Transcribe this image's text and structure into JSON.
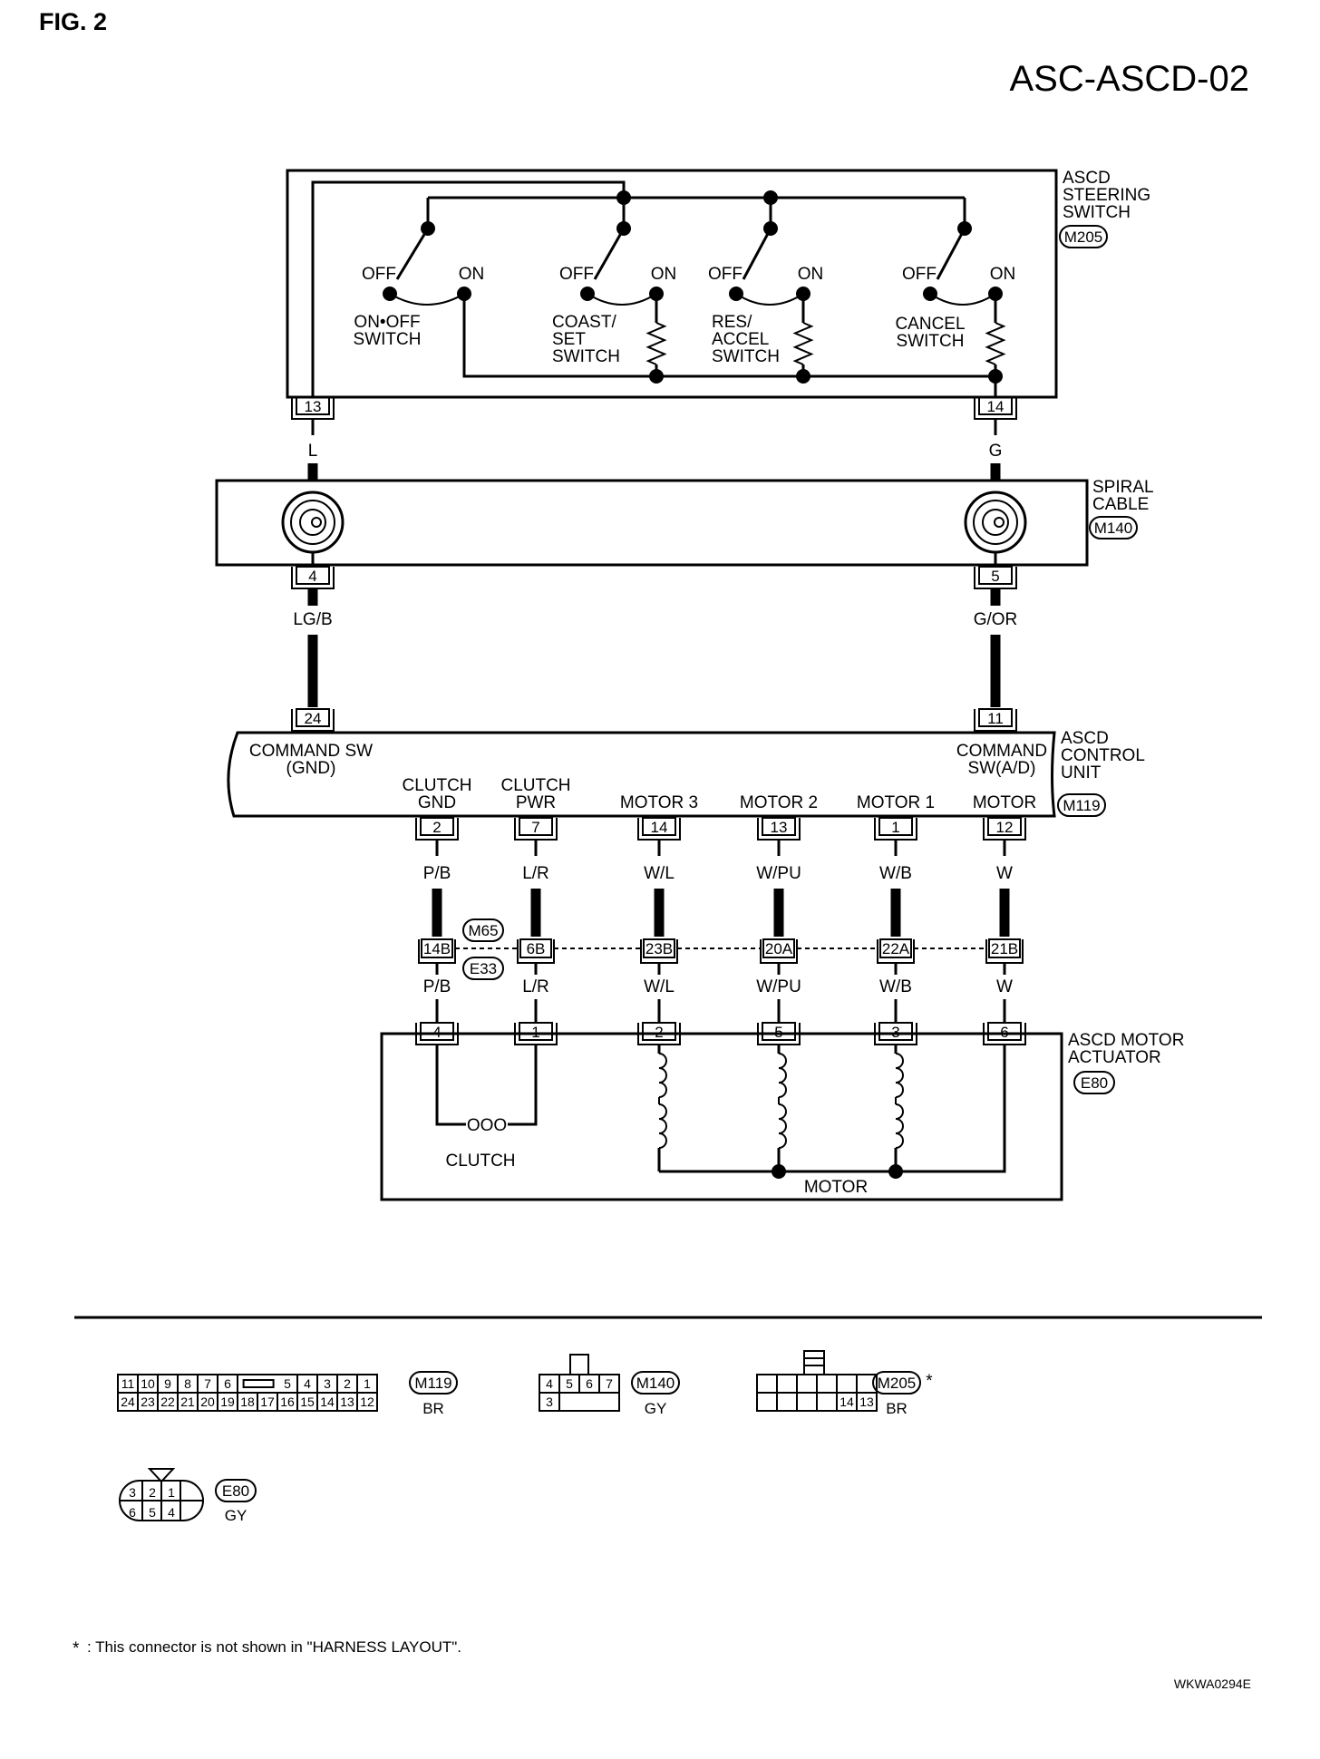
{
  "figure_label": "FIG. 2",
  "diagram_code": "ASC-ASCD-02",
  "footer_code": "WKWA0294E",
  "footnote": {
    "mark": "*",
    "text": ": This connector is not shown in \"HARNESS LAYOUT\"."
  },
  "steering_switch": {
    "name_lines": [
      "ASCD",
      "STEERING",
      "SWITCH"
    ],
    "connector": "M205",
    "switches": [
      {
        "off": "OFF",
        "on": "ON",
        "name_lines": [
          "ON•OFF",
          "SWITCH"
        ]
      },
      {
        "off": "OFF",
        "on": "ON",
        "name_lines": [
          "COAST/",
          "SET",
          "SWITCH"
        ]
      },
      {
        "off": "OFF",
        "on": "ON",
        "name_lines": [
          "RES/",
          "ACCEL",
          "SWITCH"
        ]
      },
      {
        "off": "OFF",
        "on": "ON",
        "name_lines": [
          "CANCEL",
          "SWITCH"
        ]
      }
    ],
    "pins": [
      "13",
      "14"
    ]
  },
  "wire_colors_upper": [
    "L",
    "G"
  ],
  "spiral_cable": {
    "name_lines": [
      "SPIRAL",
      "CABLE"
    ],
    "connector": "M140",
    "pins": [
      "4",
      "5"
    ]
  },
  "wire_colors_mid": [
    "LG/B",
    "G/OR"
  ],
  "control_unit": {
    "name_lines": [
      "ASCD",
      "CONTROL",
      "UNIT"
    ],
    "connector": "M119",
    "top_pins": [
      "24",
      "11"
    ],
    "command_gnd_lines": [
      "COMMAND SW",
      "(GND)"
    ],
    "command_ad_lines": [
      "COMMAND",
      "SW(A/D)"
    ],
    "outputs": [
      {
        "label_lines": [
          "CLUTCH",
          "GND"
        ],
        "pin": "2"
      },
      {
        "label_lines": [
          "CLUTCH",
          "PWR"
        ],
        "pin": "7"
      },
      {
        "label_lines": [
          "MOTOR 3"
        ],
        "pin": "14"
      },
      {
        "label_lines": [
          "MOTOR 2"
        ],
        "pin": "13"
      },
      {
        "label_lines": [
          "MOTOR 1"
        ],
        "pin": "1"
      },
      {
        "label_lines": [
          "MOTOR"
        ],
        "pin": "12"
      }
    ]
  },
  "wire_colors_lower_top": [
    "P/B",
    "L/R",
    "W/L",
    "W/PU",
    "W/B",
    "W"
  ],
  "junction": {
    "connectors": [
      "M65",
      "E33"
    ],
    "pins": [
      "14B",
      "6B",
      "23B",
      "20A",
      "22A",
      "21B"
    ]
  },
  "wire_colors_lower_bottom": [
    "P/B",
    "L/R",
    "W/L",
    "W/PU",
    "W/B",
    "W"
  ],
  "motor_actuator": {
    "name_lines": [
      "ASCD MOTOR",
      "ACTUATOR"
    ],
    "connector": "E80",
    "pins": [
      "4",
      "1",
      "2",
      "5",
      "3",
      "6"
    ],
    "clutch_label": "CLUTCH",
    "motor_label": "MOTOR",
    "coil_glyph": "OOO"
  },
  "connector_views": {
    "m119": {
      "id": "M119",
      "color": "BR",
      "top_row": [
        "11",
        "10",
        "9",
        "8",
        "7",
        "6",
        "5",
        "4",
        "3",
        "2",
        "1"
      ],
      "bottom_row": [
        "24",
        "23",
        "22",
        "21",
        "20",
        "19",
        "18",
        "17",
        "16",
        "15",
        "14",
        "13",
        "12"
      ]
    },
    "m140": {
      "id": "M140",
      "color": "GY",
      "top_row": [
        "4",
        "5",
        "6",
        "7"
      ],
      "bottom_row": [
        "3"
      ]
    },
    "m205": {
      "id": "M205",
      "color": "BR",
      "mark": "*",
      "bottom_pins": [
        "14",
        "13"
      ]
    },
    "e80": {
      "id": "E80",
      "color": "GY",
      "top_row": [
        "3",
        "2",
        "1"
      ],
      "bottom_row": [
        "6",
        "5",
        "4"
      ]
    }
  }
}
